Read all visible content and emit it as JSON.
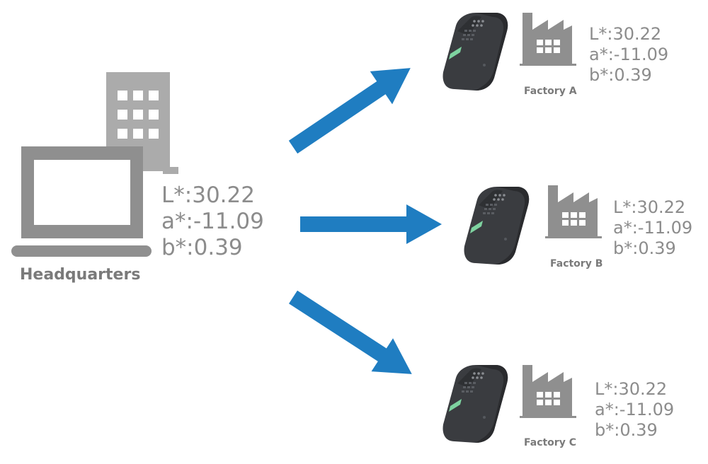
{
  "headquarters": {
    "label": "Headquarters",
    "L": "L*:30.22",
    "a": "a*:-11.09",
    "b": "b*:0.39"
  },
  "factories": [
    {
      "label": "Factory A",
      "L": "L*:30.22",
      "a": "a*:-11.09",
      "b": "b*:0.39"
    },
    {
      "label": "Factory B",
      "L": "L*:30.22",
      "a": "a*:-11.09",
      "b": "b*:0.39"
    },
    {
      "label": "Factory C",
      "L": "L*:30.22",
      "a": "a*:-11.09",
      "b": "b*:0.39"
    }
  ],
  "colors": {
    "arrow": "#1f7dc1",
    "icon_gray": "#8f8f8f",
    "icon_light_gray": "#ababab",
    "text_gray": "#8c8c8c",
    "device_body": "#3a3c40",
    "device_screen": "#7ed3a0"
  },
  "icons": [
    "laptop-icon",
    "office-building-icon",
    "factory-icon",
    "colorimeter-device-icon",
    "arrow-icon"
  ]
}
